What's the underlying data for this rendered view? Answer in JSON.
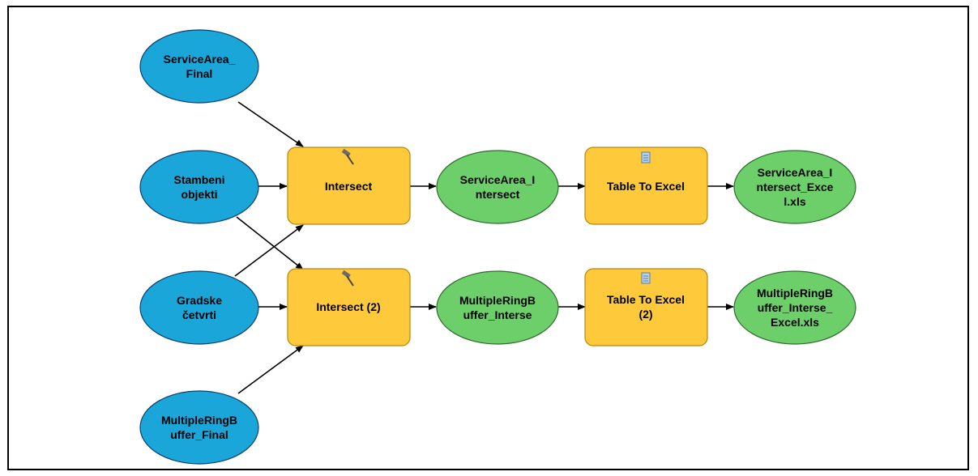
{
  "colors": {
    "input": "#1aa6d9",
    "input_stroke": "#0c3f6e",
    "tool": "#fec93a",
    "tool_stroke": "#b8860b",
    "output": "#6ccf6a",
    "output_stroke": "#2e6b2e",
    "arrow": "#000000"
  },
  "nodes": {
    "service_area_final": {
      "line1": "ServiceArea_",
      "line2": "Final"
    },
    "stambeni_objekti": {
      "line1": "Stambeni",
      "line2": "objekti"
    },
    "gradske_cetvrti": {
      "line1": "Gradske",
      "line2": "četvrti"
    },
    "multiple_ring_buffer_final": {
      "line1": "MultipleRingB",
      "line2": "uffer_Final"
    },
    "intersect": {
      "line1": "Intersect",
      "icon": "hammer-icon"
    },
    "intersect2": {
      "line1": "Intersect (2)",
      "icon": "hammer-icon"
    },
    "service_area_intersect": {
      "line1": "ServiceArea_I",
      "line2": "ntersect"
    },
    "multiple_ring_buffer_interse": {
      "line1": "MultipleRingB",
      "line2": "uffer_Interse"
    },
    "table_to_excel": {
      "line1": "Table To Excel",
      "icon": "script-icon"
    },
    "table_to_excel2": {
      "line1": "Table To Excel",
      "line2": "(2)",
      "icon": "script-icon"
    },
    "service_area_intersect_excel": {
      "line1": "ServiceArea_I",
      "line2": "ntersect_Exce",
      "line3": "l.xls"
    },
    "multiple_ring_buffer_interse_excel": {
      "line1": "MultipleRingB",
      "line2": "uffer_Interse_",
      "line3": "Excel.xls"
    }
  }
}
